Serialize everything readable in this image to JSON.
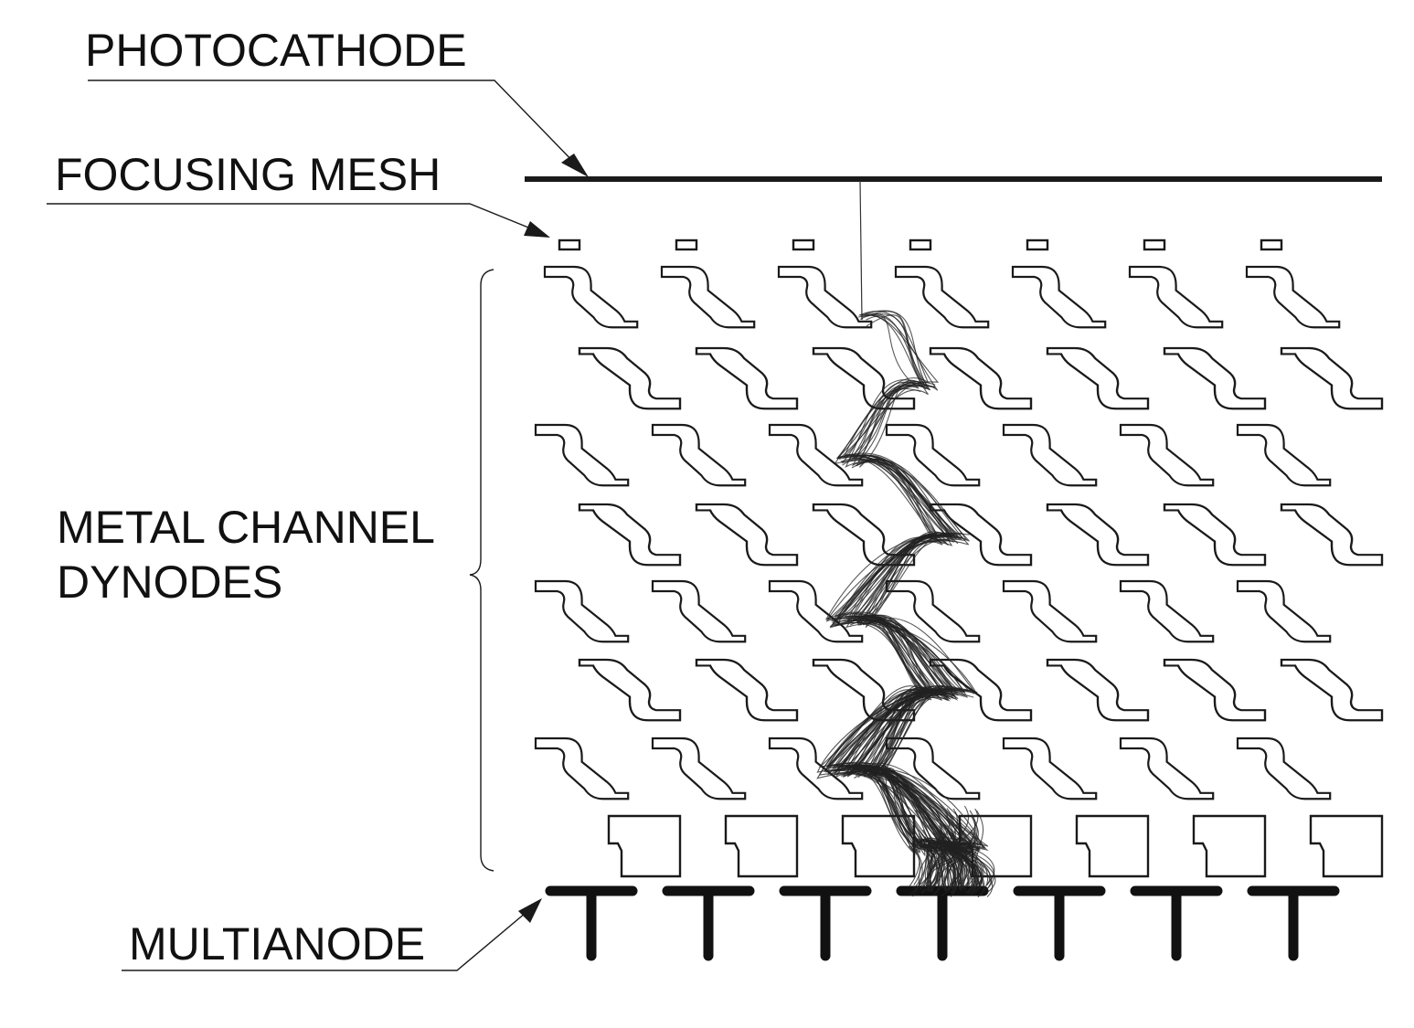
{
  "labels": {
    "photocathode": "PHOTOCATHODE",
    "focusing_mesh": "FOCUSING MESH",
    "dynodes_line1": "METAL CHANNEL",
    "dynodes_line2": "DYNODES",
    "multianode": "MULTIANODE"
  },
  "colors": {
    "ink": "#1a1a1a",
    "background": "#ffffff"
  }
}
